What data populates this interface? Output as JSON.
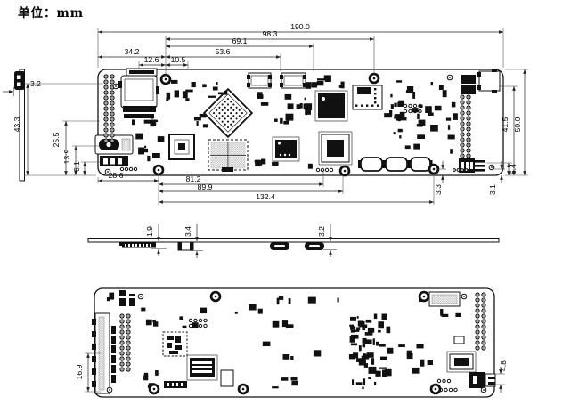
{
  "unit_label": "单位：mm",
  "top_view": {
    "dims_top": {
      "overall": "190.0",
      "chain_98": "98.3",
      "chain_69": "69.1",
      "chain_53": "53.6",
      "from_left": "34.2",
      "conn_a": "12.6",
      "conn_b": "10.5"
    },
    "dims_bottom": {
      "d28": "28.6",
      "d81": "81.2",
      "d89": "89.9",
      "d132": "132.4"
    },
    "dims_left": {
      "d43": "43.3",
      "d25": "25.5",
      "d13": "13.9",
      "d6": "6.1"
    },
    "dims_right": {
      "d41": "41.5",
      "d50": "50.0",
      "d64": "6.4",
      "d33": "3.3",
      "d31": "3.1"
    }
  },
  "side_view_left": {
    "thickness": "3.2"
  },
  "side_view_front": {
    "d19": "1.9",
    "d34": "3.4",
    "d32": "3.2"
  },
  "bottom_view": {
    "left_connector": "16.9",
    "right_connector": "4.8"
  }
}
